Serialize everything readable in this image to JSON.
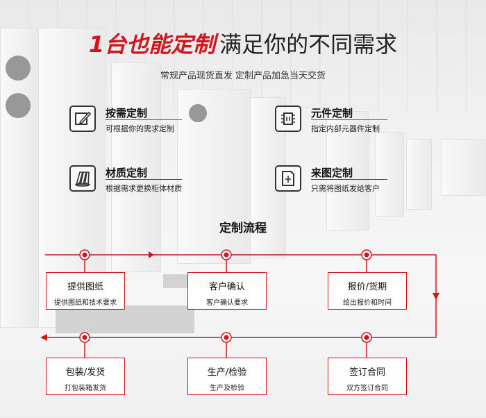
{
  "headline": {
    "highlight": "1台也能定制",
    "rest": "满足你的不同需求"
  },
  "subtitle": "常规产品现货直发 定制产品加急当天交货",
  "features": [
    {
      "title": "按需定制",
      "desc": "可根据你的需求定制",
      "icon": "edit-icon"
    },
    {
      "title": "元件定制",
      "desc": "指定内部元器件定制",
      "icon": "chip-icon"
    },
    {
      "title": "材质定制",
      "desc": "根据需求更换柜体材质",
      "icon": "material-rolls-icon"
    },
    {
      "title": "来图定制",
      "desc": "只需将图纸发给客户",
      "icon": "drawing-icon"
    }
  ],
  "process": {
    "title": "定制流程",
    "accent": "#d2151c",
    "steps": [
      {
        "title": "提供图纸",
        "desc": "提供图纸和技术要求"
      },
      {
        "title": "客户确认",
        "desc": "客户确认要求"
      },
      {
        "title": "报价/货期",
        "desc": "给出报价和时间"
      },
      {
        "title": "签订合同",
        "desc": "双方签订合同"
      },
      {
        "title": "生产/检验",
        "desc": "生产及检验"
      },
      {
        "title": "包装/发货",
        "desc": "打包装箱发货"
      }
    ]
  }
}
